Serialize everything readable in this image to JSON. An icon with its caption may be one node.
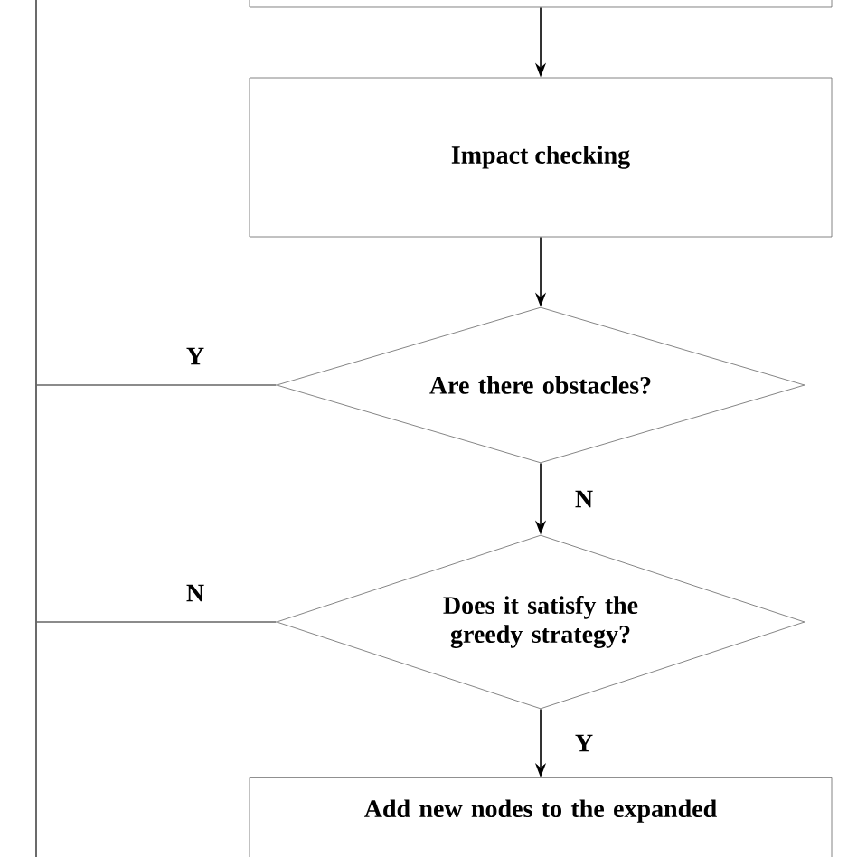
{
  "diagram": {
    "nodes": [
      {
        "text": [],
        "shape": "box"
      },
      {
        "text": [
          "Impact checking"
        ]
      },
      {
        "text": [
          "Are there obstacles?"
        ]
      },
      {
        "text": [
          "Does it satisfy the greedy strategy?"
        ]
      },
      {
        "text": [
          "Add new nodes to the expanded"
        ]
      }
    ],
    "edges": [
      {
        "from": 0,
        "to": 1,
        "arrow": "to"
      },
      {
        "from": 1,
        "to": 2,
        "arrow": "to"
      },
      {
        "from": 2,
        "to": null,
        "arrow": "none",
        "label": "Y",
        "color": "#666666"
      },
      {
        "from": 2,
        "to": 3,
        "arrow": "to",
        "label": "N"
      },
      {
        "from": 3,
        "to": null,
        "arrow": "none",
        "label": "N",
        "color": "#666666"
      },
      {
        "from": 3,
        "to": 4,
        "arrow": "to",
        "label": "Y"
      }
    ]
  }
}
